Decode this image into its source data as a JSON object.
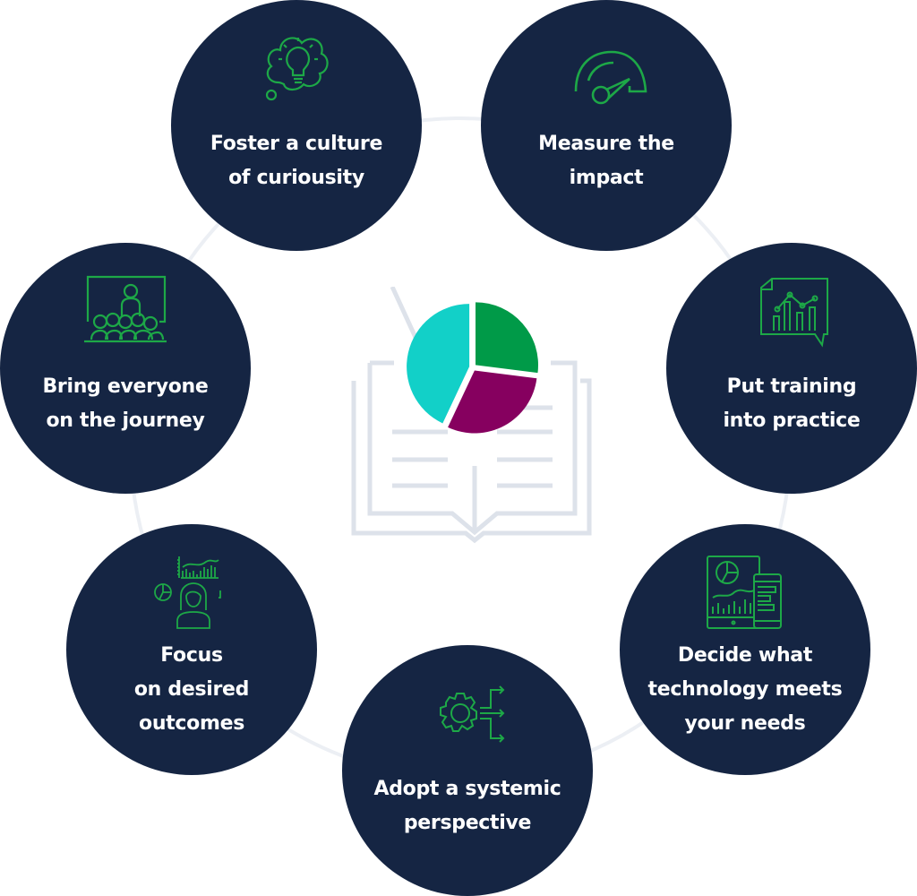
{
  "colors": {
    "circle_fill": "#152543",
    "icon_stroke": "#1da847",
    "ring": "#eceff4",
    "book": "#dde2ea",
    "pie_teal": "#12d0c8",
    "pie_green": "#009a48",
    "pie_purple": "#86005f"
  },
  "center": {
    "icon": "open-book-with-pie-chart-icon",
    "pie_slices": [
      {
        "name": "green",
        "share": 0.27
      },
      {
        "name": "purple",
        "share": 0.3
      },
      {
        "name": "teal",
        "share": 0.43
      }
    ]
  },
  "nodes": [
    {
      "id": "foster",
      "icon": "lightbulb-thought-cloud-icon",
      "lines": [
        "Foster a culture",
        "of curiousity"
      ]
    },
    {
      "id": "measure",
      "icon": "speedometer-gauge-icon",
      "lines": [
        "Measure the",
        "impact"
      ]
    },
    {
      "id": "training",
      "icon": "chart-speech-bubble-icon",
      "lines": [
        "Put training",
        "into practice"
      ]
    },
    {
      "id": "technology",
      "icon": "tablet-phone-analytics-icon",
      "lines": [
        "Decide what",
        "technology meets",
        "your needs"
      ]
    },
    {
      "id": "systemic",
      "icon": "gear-arrows-icon",
      "lines": [
        "Adopt a systemic",
        "perspective"
      ]
    },
    {
      "id": "outcomes",
      "icon": "person-analytics-icon",
      "lines": [
        "Focus",
        "on desired",
        "outcomes"
      ]
    },
    {
      "id": "journey",
      "icon": "presenter-audience-icon",
      "lines": [
        "Bring everyone",
        "on the journey"
      ]
    }
  ]
}
